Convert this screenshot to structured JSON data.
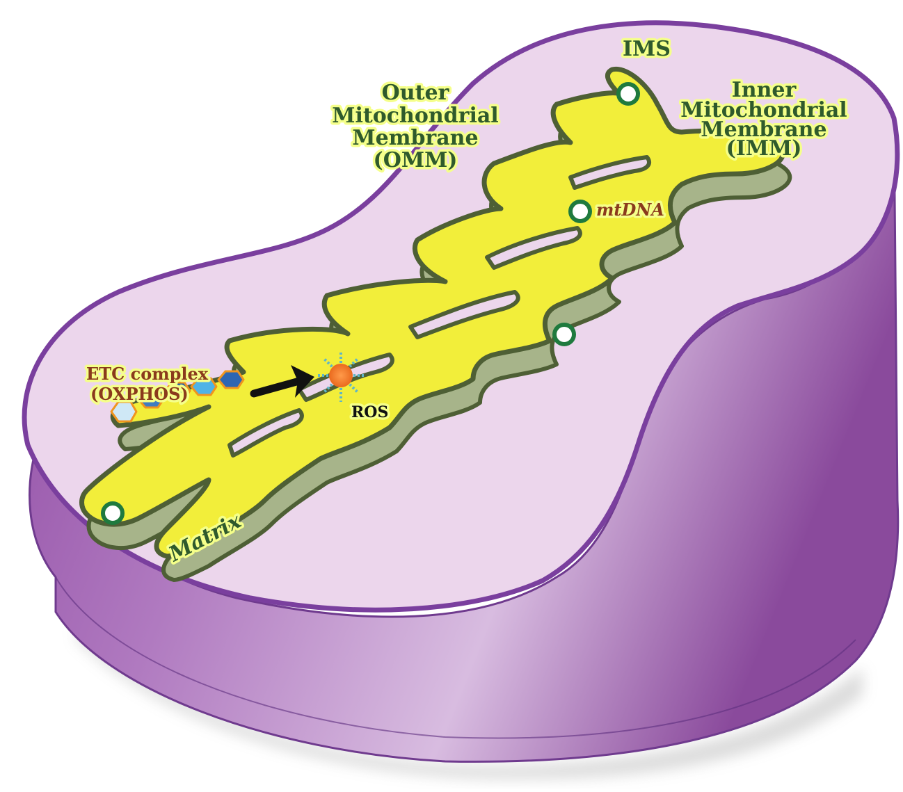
{
  "labels": {
    "ims": "IMS",
    "omm": [
      "Outer",
      "Mitochondrial",
      "Membrane",
      "(OMM)"
    ],
    "imm": [
      "Inner",
      "Mitochondrial",
      "Membrane",
      "(IMM)"
    ],
    "mtdna": "mtDNA",
    "etc": [
      "ETC complex",
      "(OXPHOS)"
    ],
    "ros": "ROS",
    "matrix": "Matrix"
  },
  "colors": {
    "outer_fill": "#ecd6ec",
    "outer_edge": "#7a3f9e",
    "side_wall_light": "#d6b4dc",
    "side_wall_dark": "#8a4a9c",
    "matrix_fill": "#f2ee3a",
    "matrix_edge": "#4e5f35",
    "crista_wall": "#a7b48a",
    "mtdna_ring": "#1f7a3e",
    "ros_core": "#f07a2c",
    "ros_spikes": "#5fb6c8",
    "etc_border": "#f0951e",
    "etc_fills": [
      "#cfe8f6",
      "#3f7cc0",
      "#2b62a8",
      "#4fb3e6",
      "#2e66b2"
    ],
    "label_green": "#2f5a2c",
    "label_brown": "#8a3a1c"
  },
  "icons": [
    "mtdna-ring-icon",
    "ros-burst-icon",
    "etc-complex-icon",
    "arrow-icon"
  ]
}
